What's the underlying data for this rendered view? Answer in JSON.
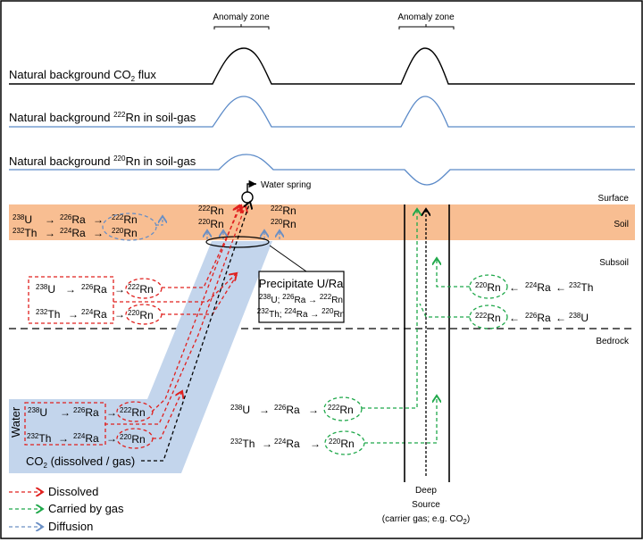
{
  "colors": {
    "soil_band": "#f8be92",
    "water_zone": "#c3d5ec",
    "dissolved": "#e0201e",
    "carried_by_gas": "#1fa84a",
    "diffusion": "#6a8fc4",
    "rn_curve": "#5b8ac8",
    "co2_curve": "#000000",
    "co2_path": "#000000"
  },
  "top": {
    "anomaly_labels": [
      "Anomaly zone",
      "Anomaly zone"
    ],
    "profiles": [
      {
        "label_pre": "Natural background CO",
        "label_sub": "2",
        "label_post": " flux",
        "sign_zone1": "peak",
        "sign_zone2": "peak"
      },
      {
        "label_pre": "Natural background ",
        "label_sup": "222",
        "label_post": "Rn in soil-gas",
        "sign_zone1": "peak",
        "sign_zone2": "peak"
      },
      {
        "label_pre": "Natural background ",
        "label_sup": "220",
        "label_post": "Rn in soil-gas",
        "sign_zone1": "peak",
        "sign_zone2": "dip"
      }
    ]
  },
  "layers": {
    "surface": "Surface",
    "soil": "Soil",
    "subsoil": "Subsoil",
    "bedrock": "Bedrock"
  },
  "water_spring": "Water spring",
  "precipitate_box": {
    "title": "Precipitate U/Ra",
    "line1": {
      "a_sup": "238",
      "a": "U; ",
      "b_sup": "226",
      "b": "Ra",
      "c_sup": "222",
      "c": "Rn"
    },
    "line2": {
      "a_sup": "232",
      "a": "Th; ",
      "b_sup": "224",
      "b": "Ra",
      "c_sup": "220",
      "c": "Rn"
    }
  },
  "soil_chain": {
    "row1": [
      "238",
      "U",
      "226",
      "Ra",
      "222",
      "Rn"
    ],
    "row2": [
      "232",
      "Th",
      "224",
      "Ra",
      "220",
      "Rn"
    ]
  },
  "spring_soil_labels": {
    "left": [
      [
        "222",
        "Rn"
      ],
      [
        "220",
        "Rn"
      ]
    ],
    "right": [
      [
        "222",
        "Rn"
      ],
      [
        "220",
        "Rn"
      ]
    ]
  },
  "subsoil_chain": {
    "row1": [
      "238",
      "U",
      "226",
      "Ra",
      "222",
      "Rn"
    ],
    "row2": [
      "232",
      "Th",
      "224",
      "Ra",
      "220",
      "Rn"
    ]
  },
  "water_chain": {
    "label": "Water",
    "row1": [
      "238",
      "U",
      "226",
      "Ra",
      "222",
      "Rn"
    ],
    "row2": [
      "232",
      "Th",
      "224",
      "Ra",
      "220",
      "Rn"
    ],
    "co2_pre": "CO",
    "co2_sub": "2",
    "co2_post": " (dissolved / gas)"
  },
  "bedrock_chain": {
    "row1": [
      "238",
      "U",
      "226",
      "Ra",
      "222",
      "Rn"
    ],
    "row2": [
      "232",
      "Th",
      "224",
      "Ra",
      "220",
      "Rn"
    ]
  },
  "right_chain": {
    "row1": [
      "220",
      "Rn",
      "224",
      "Ra",
      "232",
      "Th"
    ],
    "row2": [
      "222",
      "Rn",
      "226",
      "Ra",
      "238",
      "U"
    ]
  },
  "deep_source": {
    "line1": "Deep",
    "line2": "Source",
    "line3_pre": "(carrier gas; e.g. CO",
    "line3_sub": "2",
    "line3_post": ")"
  },
  "legend": [
    {
      "label": "Dissolved",
      "color_key": "dissolved"
    },
    {
      "label": "Carried by gas",
      "color_key": "carried_by_gas"
    },
    {
      "label": "Diffusion",
      "color_key": "diffusion"
    }
  ]
}
